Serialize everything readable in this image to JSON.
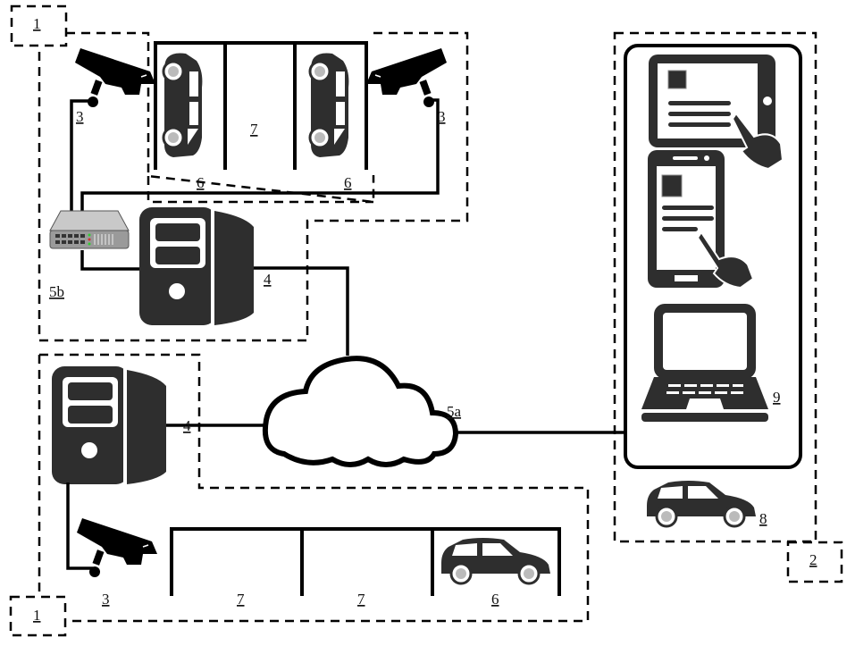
{
  "diagram": {
    "title": "Parking surveillance system diagram",
    "labels": {
      "site_top": "1",
      "site_bottom": "1",
      "user_side": "2",
      "camera_top_left": "3",
      "camera_top_right": "3",
      "camera_bottom": "3",
      "server_link_top": "4",
      "server_link_bottom": "4",
      "network": "5a",
      "local_network": "5b",
      "occupied_top_left": "6",
      "occupied_top_right": "6",
      "vacant_top": "7",
      "vacant_bottom_1": "7",
      "vacant_bottom_2": "7",
      "occupied_bottom": "6",
      "user_vehicle": "8",
      "user_devices": "9"
    },
    "icons": {
      "camera": "security-camera-icon",
      "car_top": "car-top-view-icon",
      "car_side": "car-side-view-icon",
      "switch": "network-switch-icon",
      "server": "server-tower-icon",
      "cloud": "cloud-icon",
      "tablet": "tablet-touch-icon",
      "phone": "smartphone-touch-icon",
      "laptop": "laptop-icon"
    },
    "colors": {
      "ink": "#000000",
      "icon_fill": "#2e2e2e",
      "background": "#ffffff"
    }
  }
}
